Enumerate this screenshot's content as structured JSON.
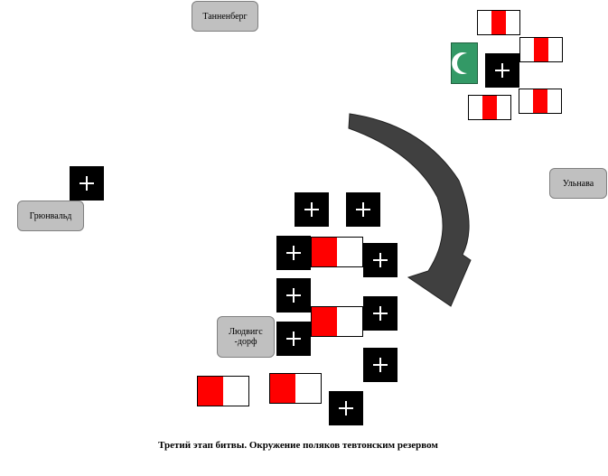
{
  "places": {
    "tannenberg": "Танненберг",
    "grunwald": "Грюнвальд",
    "ulnava": "Ульнава",
    "ludwigsdorf_line1": "Людвигс",
    "ludwigsdorf_line2": "-дорф"
  },
  "caption": "Третий этап битвы. Окружение поляков тевтонским резервом",
  "colors": {
    "teutonic": "#000000",
    "polish_red": "#ff0000",
    "tatar_green": "#339966",
    "place_fill": "#c0c0c0",
    "arrow": "#404040"
  },
  "icons": {
    "teutonic_unit": "cross-icon",
    "tatar_unit": "crescent-icon",
    "polish_unit": "red-white-flag"
  }
}
